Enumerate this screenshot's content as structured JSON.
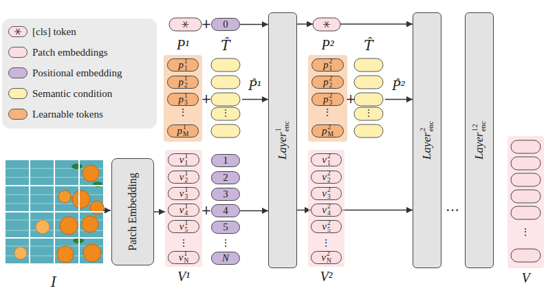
{
  "diagram": {
    "nodes": [
      {
        "text": [
          "Patch Embedding"
        ]
      },
      {
        "text": [
          "0"
        ]
      },
      {
        "text": [
          "P¹"
        ]
      },
      {
        "text": [
          "p",
          "1",
          "1"
        ],
        "in": 2
      },
      {
        "text": [
          "p",
          "2",
          "1"
        ],
        "in": 2
      },
      {
        "text": [
          "p",
          "3",
          "1"
        ],
        "in": 2
      },
      {
        "text": [
          "p",
          "M",
          "1"
        ],
        "in": 2
      },
      {
        "text": [
          "V¹"
        ]
      },
      {
        "text": [
          "v",
          "1",
          "1"
        ],
        "in": 7
      },
      {
        "text": [
          "v",
          "2",
          "1"
        ],
        "in": 7
      },
      {
        "text": [
          "v",
          "3",
          "1"
        ],
        "in": 7
      },
      {
        "text": [
          "v",
          "4",
          "1"
        ],
        "in": 7
      },
      {
        "text": [
          "v",
          "5",
          "1"
        ],
        "in": 7
      },
      {
        "text": [
          "v",
          "N",
          "1"
        ],
        "in": 7
      },
      {
        "text": [
          "1"
        ]
      },
      {
        "text": [
          "2"
        ]
      },
      {
        "text": [
          "3"
        ]
      },
      {
        "text": [
          "4"
        ]
      },
      {
        "text": [
          "5"
        ]
      },
      {
        "text": [
          "N"
        ]
      },
      {
        "text": [
          "Layer",
          "enc",
          "1"
        ]
      },
      {
        "text": [
          "P²"
        ]
      },
      {
        "text": [
          "p",
          "1",
          "2"
        ],
        "in": 21
      },
      {
        "text": [
          "p",
          "2",
          "2"
        ],
        "in": 21
      },
      {
        "text": [
          "p",
          "3",
          "2"
        ],
        "in": 21
      },
      {
        "text": [
          "p",
          "M",
          "2"
        ],
        "in": 21
      },
      {
        "text": [
          "V²"
        ]
      },
      {
        "text": [
          "v",
          "1",
          "2"
        ],
        "in": 26
      },
      {
        "text": [
          "v",
          "2",
          "2"
        ],
        "in": 26
      },
      {
        "text": [
          "v",
          "3",
          "2"
        ],
        "in": 26
      },
      {
        "text": [
          "v",
          "4",
          "2"
        ],
        "in": 26
      },
      {
        "text": [
          "v",
          "5",
          "2"
        ],
        "in": 26
      },
      {
        "text": [
          "v",
          "N",
          "2"
        ],
        "in": 26
      },
      {
        "text": [
          "Layer",
          "enc",
          "2"
        ]
      },
      {
        "text": [
          "Layer",
          "enc",
          "12"
        ]
      },
      {
        "text": [
          "V"
        ]
      }
    ],
    "edges": [
      {
        "from": 0,
        "to": 7,
        "arrow": "to"
      },
      {
        "from": 1,
        "to": 20,
        "arrow": "to"
      },
      {
        "from": 17,
        "to": 20,
        "arrow": "to"
      },
      {
        "from": 20,
        "to": 30,
        "arrow": "to"
      },
      {
        "from": 30,
        "to": 33,
        "arrow": "to"
      }
    ],
    "labels": [
      "+",
      "T̂",
      "+",
      "⋮",
      "⋮",
      "P̂¹",
      "+",
      "⋮",
      "⋮",
      "I",
      "T̂",
      "+",
      "⋮",
      "⋮",
      "P̂²",
      "⋮",
      "…",
      "⋮"
    ],
    "legend": [
      {
        "text": "[cls] token",
        "color": "#fbdfe3"
      },
      {
        "text": "Patch embeddings",
        "color": "#fbdfe3"
      },
      {
        "text": "Positional embedding",
        "color": "#c9b5da"
      },
      {
        "text": "Semantic condition",
        "color": "#fdf0b0"
      },
      {
        "text": "Learnable tokens",
        "color": "#f5b27c"
      }
    ]
  }
}
